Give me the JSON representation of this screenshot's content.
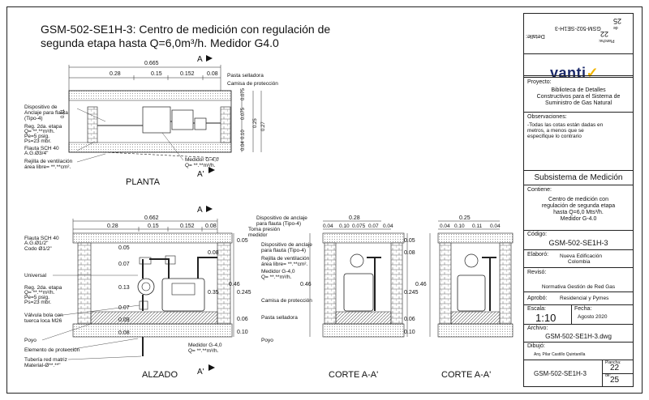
{
  "title": {
    "line1": "GSM-502-SE1H-3: Centro de medición con regulación de",
    "line2": "segunda etapa hasta Q=6,0m³/h.  Medidor G4.0"
  },
  "views": {
    "plan": "PLANTA",
    "elevation": "ALZADO",
    "section1": "CORTE A-A'",
    "section2": "CORTE A-A'",
    "section_marker_top": "A",
    "section_marker_bottom": "A'"
  },
  "plan_dims": {
    "total": "0.665",
    "d1": "0.28",
    "d2": "0.15",
    "d3": "0.152",
    "d4": "0.08",
    "v1": "0.11",
    "v2": "0.075",
    "v3": "0.075",
    "v4": "0.10",
    "v5": "0.04",
    "v6": "0.25",
    "v7": "0.27"
  },
  "plan_labels": {
    "pasta": "Pasta selladora",
    "camisa": "Camisa de protección",
    "disp1": "Dispositivo de",
    "disp2": "Anclaje para flauta",
    "disp3": "(Tipo-4)",
    "reg1": "Reg. 2da. etapa",
    "reg2": "Q= **.**m³/h.",
    "reg3": "Pe=5 psig.",
    "reg4": "Ps=23 mbr.",
    "flauta1": "Flauta SCH 40",
    "flauta2": "A.G.Ø3/4\"",
    "rejilla1": "Rejilla de ventilación",
    "rejilla2": "área libre= **.**cm².",
    "medidor1": "Medidor G-4,0",
    "medidor2": "Q= **.**m³/h."
  },
  "elev_dims": {
    "total": "0.662",
    "d1": "0.28",
    "d2": "0.15",
    "d3": "0.152",
    "d4": "0.08",
    "r1": "0.05",
    "r2": "0.08",
    "r3": "0.35",
    "r4": "0.245",
    "r5": "0.46",
    "r6": "0.06",
    "r7": "0.10",
    "l1": "0.05",
    "l2": "0.07",
    "l3": "0.13",
    "l4": "0.07",
    "l5": "0.09",
    "l6": "0.08"
  },
  "elev_labels": {
    "flauta1": "Flauta SCH 40",
    "flauta2": "A.G.Ø1/2\"",
    "codo": "Codo Ø1/2\"",
    "universal": "Universal",
    "reg1": "Reg. 2da. etapa",
    "reg2": "Q= **.**m³/h.",
    "reg3": "Pe=5 psig.",
    "reg4": "Ps=23 mbr.",
    "valv1": "Válvula bola con",
    "valv2": "tuerca loca M26",
    "poyo": "Poyo",
    "elemento": "Elemento de protección",
    "tuberia1": "Tubería red matriz",
    "tuberia2": "Material-Ø**.**\"",
    "disp_a1": "Dispositivo de anclaje",
    "disp_a2": "para flauta (Tipo-4)",
    "toma1": "Toma presión",
    "toma2": "medidor",
    "disp_b1": "Dispositivo de anclaje",
    "disp_b2": "para flauta (Tipo-4)",
    "rejilla1": "Rejilla de ventilación",
    "rejilla2": "área libre= **.**cm².",
    "medidor_a1": "Medidor G-4,0",
    "medidor_a2": "Q= **.**m³/h.",
    "camisa": "Camisa de protección",
    "pasta": "Pasta selladora",
    "poyo2": "Poyo",
    "medidor_b1": "Medidor G-4,0",
    "medidor_b2": "Q= **.**m³/h."
  },
  "sec1_dims": {
    "total": "0.28",
    "a": "0.04",
    "b": "0.10",
    "c": "0.075",
    "d": "0.07",
    "e": "0.05",
    "f": "0.08",
    "g": "0.245",
    "h": "0.46",
    "i": "0.06",
    "j": "0.10"
  },
  "sec2_dims": {
    "total": "0.25",
    "a": "0.04",
    "b": "0.10",
    "c": "0.11",
    "h": "0.46"
  },
  "panel": {
    "rot_detalle": "Detalle:",
    "rot_code": "GSM-502-SE1H-3",
    "rot_plancha": "Plancha:",
    "rot_22": "22",
    "rot_de": "de",
    "rot_25": "25",
    "logo": "vanti",
    "proyecto_label": "Proyecto:",
    "proyecto1": "Biblioteca de Detalles",
    "proyecto2": "Constructivos para el Sistema de",
    "proyecto3": "Suministro de Gas Natural",
    "obs_label": "Observaciones:",
    "obs1": "-Todas las cotas están dadas en",
    "obs2": "metros, a menos que se",
    "obs3": "especifique lo contrario",
    "subsistema": "Subsistema de Medición",
    "contiene_label": "Contiene:",
    "contiene1": "Centro de medición con",
    "contiene2": "regulación de segunda etapa",
    "contiene3": "hasta Q=6,0 Mts³/h.",
    "contiene4": "Medidor G-4.0",
    "codigo_label": "Código:",
    "codigo": "GSM-502-SE1H-3",
    "elaboro_label": "Elaboró:",
    "elaboro1": "Nueva Edificación",
    "elaboro2": "Colombia",
    "reviso_label": "Revisó:",
    "reviso": "Normativa Gestión de Red Gas",
    "aprobo_label": "Aprobó:",
    "aprobo": "Residencial y Pymes",
    "escala_label": "Escala:",
    "escala": "1:10",
    "fecha_label": "Fecha:",
    "fecha": "Agosto 2020",
    "archivo_label": "Archivo:",
    "archivo": "GSM-502-SE1H-3.dwg",
    "dibujo_label": "Dibujó:",
    "dibujo": "Arq. Pilar Castillo Quintanilla",
    "bottom_code": "GSM-502-SE1H-3",
    "plancha_label": "Plancha:",
    "plancha": "22",
    "de": "de:",
    "total": "25"
  },
  "colors": {
    "logo_blue": "#1b2a6b",
    "logo_yellow": "#f3b600"
  }
}
